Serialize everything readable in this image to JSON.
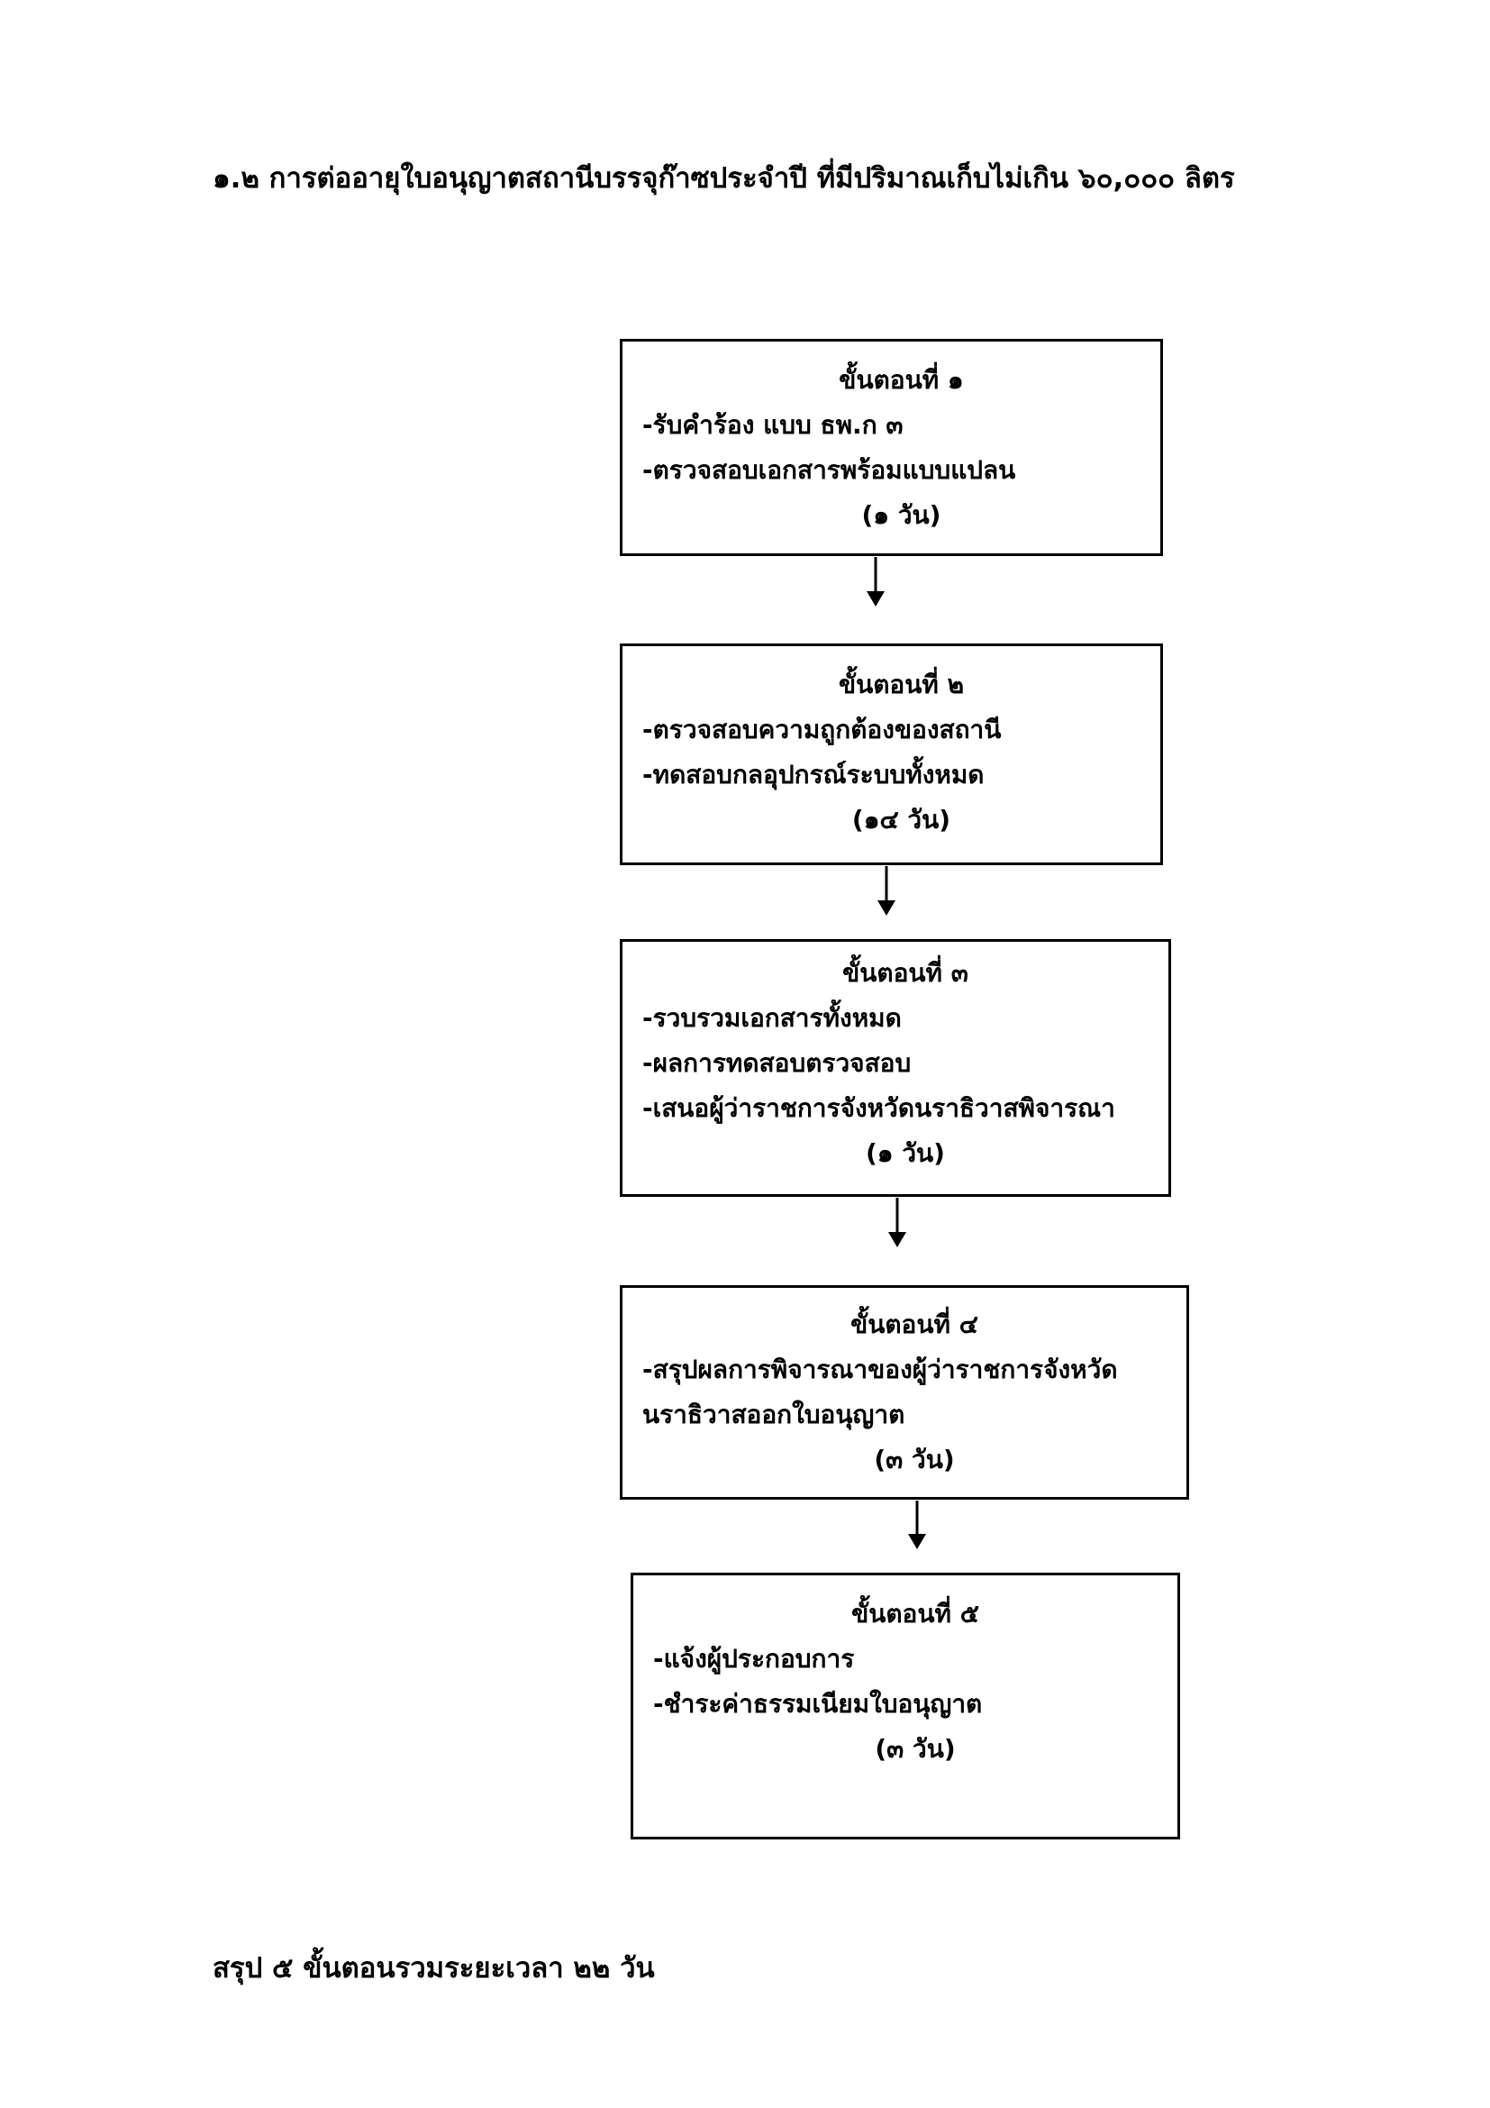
{
  "title": "๑.๒ การต่ออายุใบอนุญาตสถานีบรรจุก๊าซประจำปี ที่มีปริมาณเก็บไม่เกิน ๖๐,๐๐๐ ลิตร",
  "steps": [
    {
      "heading": "ขั้นตอนที่ ๑",
      "lines": [
        "-รับคำร้อง แบบ ธพ.ก ๓",
        "-ตรวจสอบเอกสารพร้อมแบบแปลน"
      ],
      "duration": "(๑ วัน)"
    },
    {
      "heading": "ขั้นตอนที่ ๒",
      "lines": [
        "-ตรวจสอบความถูกต้องของสถานี",
        "-ทดสอบกลอุปกรณ์ระบบทั้งหมด"
      ],
      "duration": "(๑๔ วัน)"
    },
    {
      "heading": "ขั้นตอนที่ ๓",
      "lines": [
        "-รวบรวมเอกสารทั้งหมด",
        "-ผลการทดสอบตรวจสอบ",
        "-เสนอผู้ว่าราชการจังหวัดนราธิวาสพิจารณา"
      ],
      "duration": "(๑ วัน)"
    },
    {
      "heading": "ขั้นตอนที่ ๔",
      "lines": [
        "-สรุปผลการพิจารณาของผู้ว่าราชการจังหวัด",
        "นราธิวาสออกใบอนุญาต"
      ],
      "duration": "(๓ วัน)"
    },
    {
      "heading": "ขั้นตอนที่ ๕",
      "lines": [
        "-แจ้งผู้ประกอบการ",
        "-ชำระค่าธรรมเนียมใบอนุญาต"
      ],
      "duration": "(๓ วัน)"
    }
  ],
  "summary": "สรุป ๕ ขั้นตอนรวมระยะเวลา ๒๒ วัน"
}
